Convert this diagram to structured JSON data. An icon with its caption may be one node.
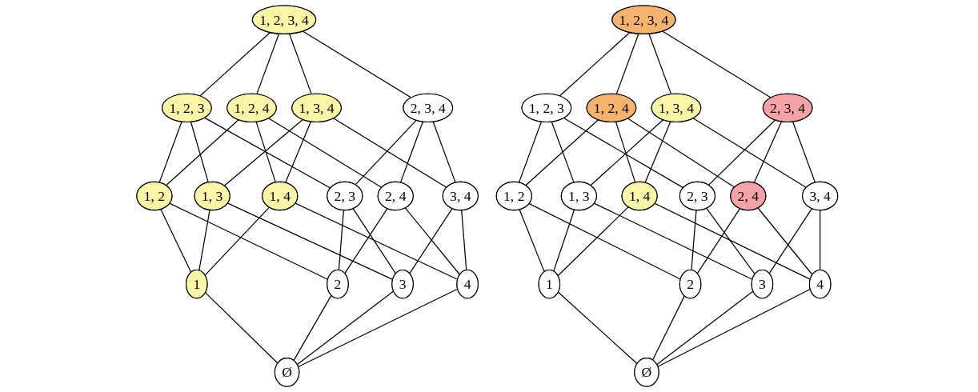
{
  "diagram": {
    "nodes": [
      {
        "text": [
          "1, 2, 3, 4"
        ]
      },
      {
        "text": [
          "1, 2, 3"
        ]
      },
      {
        "text": [
          "1, 2, 4"
        ]
      },
      {
        "text": [
          "1, 3, 4"
        ]
      },
      {
        "text": [
          "2, 3, 4"
        ]
      },
      {
        "text": [
          "1, 2"
        ]
      },
      {
        "text": [
          "1, 3"
        ]
      },
      {
        "text": [
          "1, 4"
        ]
      },
      {
        "text": [
          "2, 3"
        ]
      },
      {
        "text": [
          "2, 4"
        ]
      },
      {
        "text": [
          "3, 4"
        ]
      },
      {
        "text": [
          "1"
        ]
      },
      {
        "text": [
          "2"
        ]
      },
      {
        "text": [
          "3"
        ]
      },
      {
        "text": [
          "4"
        ]
      },
      {
        "text": [
          "Ø"
        ]
      },
      {
        "text": [
          "1, 2, 3, 4"
        ]
      },
      {
        "text": [
          "1, 2, 3"
        ]
      },
      {
        "text": [
          "1, 2, 4"
        ]
      },
      {
        "text": [
          "1, 3, 4"
        ]
      },
      {
        "text": [
          "2, 3, 4"
        ]
      },
      {
        "text": [
          "1, 2"
        ]
      },
      {
        "text": [
          "1, 3"
        ]
      },
      {
        "text": [
          "1, 4"
        ]
      },
      {
        "text": [
          "2, 3"
        ]
      },
      {
        "text": [
          "2, 4"
        ]
      },
      {
        "text": [
          "3, 4"
        ]
      },
      {
        "text": [
          "1"
        ]
      },
      {
        "text": [
          "2"
        ]
      },
      {
        "text": [
          "3"
        ]
      },
      {
        "text": [
          "4"
        ]
      },
      {
        "text": [
          "Ø"
        ]
      }
    ],
    "edges": [
      {
        "from": 0,
        "to": 1,
        "arrow": "none"
      },
      {
        "from": 0,
        "to": 2,
        "arrow": "none"
      },
      {
        "from": 0,
        "to": 3,
        "arrow": "none"
      },
      {
        "from": 0,
        "to": 4,
        "arrow": "none"
      },
      {
        "from": 1,
        "to": 5,
        "arrow": "none"
      },
      {
        "from": 1,
        "to": 6,
        "arrow": "none"
      },
      {
        "from": 1,
        "to": 8,
        "arrow": "none"
      },
      {
        "from": 2,
        "to": 5,
        "arrow": "none"
      },
      {
        "from": 2,
        "to": 7,
        "arrow": "none"
      },
      {
        "from": 2,
        "to": 9,
        "arrow": "none"
      },
      {
        "from": 3,
        "to": 6,
        "arrow": "none"
      },
      {
        "from": 3,
        "to": 7,
        "arrow": "none"
      },
      {
        "from": 3,
        "to": 10,
        "arrow": "none"
      },
      {
        "from": 4,
        "to": 8,
        "arrow": "none"
      },
      {
        "from": 4,
        "to": 9,
        "arrow": "none"
      },
      {
        "from": 4,
        "to": 10,
        "arrow": "none"
      },
      {
        "from": 5,
        "to": 11,
        "arrow": "none"
      },
      {
        "from": 5,
        "to": 12,
        "arrow": "none"
      },
      {
        "from": 6,
        "to": 11,
        "arrow": "none"
      },
      {
        "from": 6,
        "to": 13,
        "arrow": "none"
      },
      {
        "from": 7,
        "to": 11,
        "arrow": "none"
      },
      {
        "from": 7,
        "to": 14,
        "arrow": "none"
      },
      {
        "from": 8,
        "to": 12,
        "arrow": "none"
      },
      {
        "from": 8,
        "to": 13,
        "arrow": "none"
      },
      {
        "from": 9,
        "to": 12,
        "arrow": "none"
      },
      {
        "from": 9,
        "to": 14,
        "arrow": "none"
      },
      {
        "from": 10,
        "to": 13,
        "arrow": "none"
      },
      {
        "from": 10,
        "to": 14,
        "arrow": "none"
      },
      {
        "from": 11,
        "to": 15,
        "arrow": "none"
      },
      {
        "from": 12,
        "to": 15,
        "arrow": "none"
      },
      {
        "from": 13,
        "to": 15,
        "arrow": "none"
      },
      {
        "from": 14,
        "to": 15,
        "arrow": "none"
      },
      {
        "from": 16,
        "to": 17,
        "arrow": "none"
      },
      {
        "from": 16,
        "to": 18,
        "arrow": "none"
      },
      {
        "from": 16,
        "to": 19,
        "arrow": "none"
      },
      {
        "from": 16,
        "to": 20,
        "arrow": "none"
      },
      {
        "from": 17,
        "to": 21,
        "arrow": "none"
      },
      {
        "from": 17,
        "to": 22,
        "arrow": "none"
      },
      {
        "from": 17,
        "to": 24,
        "arrow": "none"
      },
      {
        "from": 18,
        "to": 21,
        "arrow": "none"
      },
      {
        "from": 18,
        "to": 23,
        "arrow": "none"
      },
      {
        "from": 18,
        "to": 25,
        "arrow": "none"
      },
      {
        "from": 19,
        "to": 22,
        "arrow": "none"
      },
      {
        "from": 19,
        "to": 23,
        "arrow": "none"
      },
      {
        "from": 19,
        "to": 26,
        "arrow": "none"
      },
      {
        "from": 20,
        "to": 24,
        "arrow": "none"
      },
      {
        "from": 20,
        "to": 25,
        "arrow": "none"
      },
      {
        "from": 20,
        "to": 26,
        "arrow": "none"
      },
      {
        "from": 21,
        "to": 27,
        "arrow": "none"
      },
      {
        "from": 21,
        "to": 28,
        "arrow": "none"
      },
      {
        "from": 22,
        "to": 27,
        "arrow": "none"
      },
      {
        "from": 22,
        "to": 29,
        "arrow": "none"
      },
      {
        "from": 23,
        "to": 27,
        "arrow": "none"
      },
      {
        "from": 23,
        "to": 30,
        "arrow": "none"
      },
      {
        "from": 24,
        "to": 28,
        "arrow": "none"
      },
      {
        "from": 24,
        "to": 29,
        "arrow": "none"
      },
      {
        "from": 25,
        "to": 28,
        "arrow": "none"
      },
      {
        "from": 25,
        "to": 30,
        "arrow": "none"
      },
      {
        "from": 26,
        "to": 29,
        "arrow": "none"
      },
      {
        "from": 26,
        "to": 30,
        "arrow": "none"
      },
      {
        "from": 27,
        "to": 31,
        "arrow": "none"
      },
      {
        "from": 28,
        "to": 31,
        "arrow": "none"
      },
      {
        "from": 29,
        "to": 31,
        "arrow": "none"
      },
      {
        "from": 30,
        "to": 31,
        "arrow": "none"
      }
    ]
  }
}
